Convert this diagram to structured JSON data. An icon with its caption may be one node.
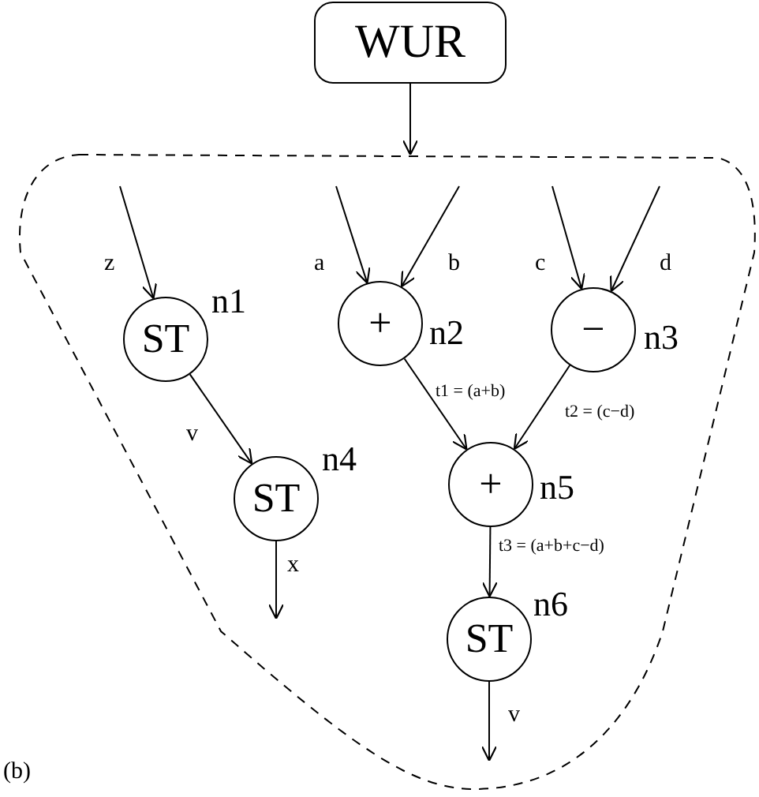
{
  "diagram": {
    "nodes": [
      {
        "text": [
          "WUR"
        ]
      },
      {
        "text": [],
        "shape": "cloud"
      },
      {
        "text": [
          "ST"
        ],
        "beside": [
          "n1"
        ],
        "in": 1
      },
      {
        "text": [
          "+"
        ],
        "beside": [
          "n2"
        ],
        "in": 1
      },
      {
        "text": [
          "−"
        ],
        "beside": [
          "n3"
        ],
        "in": 1
      },
      {
        "text": [
          "ST"
        ],
        "beside": [
          "n4"
        ],
        "in": 1
      },
      {
        "text": [
          "+"
        ],
        "beside": [
          "n5"
        ],
        "in": 1
      },
      {
        "text": [
          "ST"
        ],
        "beside": [
          "n6"
        ],
        "in": 1
      }
    ],
    "edges": [
      {
        "from": 0,
        "to": 1,
        "arrow": "to"
      },
      {
        "from": null,
        "to": 2,
        "arrow": "to",
        "label": "z"
      },
      {
        "from": null,
        "to": 3,
        "arrow": "to",
        "label": "a"
      },
      {
        "from": null,
        "to": 3,
        "arrow": "to",
        "label": "b"
      },
      {
        "from": null,
        "to": 4,
        "arrow": "to",
        "label": "c"
      },
      {
        "from": null,
        "to": 4,
        "arrow": "to",
        "label": "d"
      },
      {
        "from": 2,
        "to": 5,
        "arrow": "to",
        "label": "v"
      },
      {
        "from": 3,
        "to": 6,
        "arrow": "to",
        "label": "t1 = (a+b)"
      },
      {
        "from": 4,
        "to": 6,
        "arrow": "to",
        "label": "t2 = (c−d)"
      },
      {
        "from": 5,
        "to": null,
        "arrow": "to",
        "label": "x"
      },
      {
        "from": 6,
        "to": 7,
        "arrow": "to",
        "label": "t3 = (a+b+c−d)"
      },
      {
        "from": 7,
        "to": null,
        "arrow": "to",
        "label": "v"
      }
    ],
    "labels": [
      "(b)"
    ]
  }
}
